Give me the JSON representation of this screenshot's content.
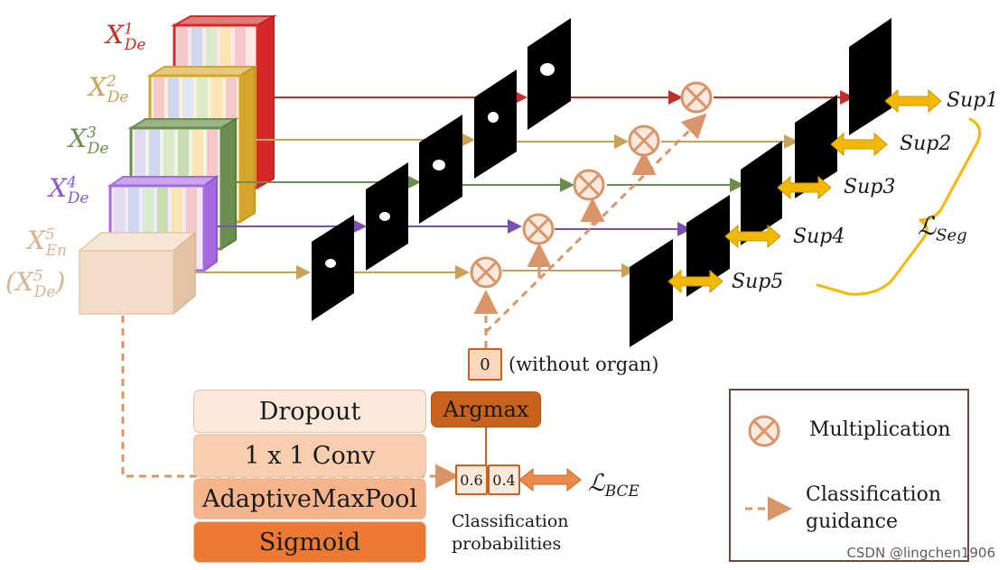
{
  "feature_labels": {
    "de1": {
      "base": "X",
      "sup": "1",
      "sub": "De"
    },
    "de2": {
      "base": "X",
      "sup": "2",
      "sub": "De"
    },
    "de3": {
      "base": "X",
      "sup": "3",
      "sub": "De"
    },
    "de4": {
      "base": "X",
      "sup": "4",
      "sub": "De"
    },
    "en5": {
      "base": "X",
      "sup": "5",
      "sub": "En"
    },
    "de5": {
      "open": "(",
      "base": "X",
      "sup": "5",
      "sub": "De",
      "close": ")"
    }
  },
  "supervision_labels": [
    "Sup1",
    "Sup2",
    "Sup3",
    "Sup4",
    "Sup5"
  ],
  "loss_seg": {
    "base": "ℒ",
    "sub": "Seg"
  },
  "loss_bce": {
    "base": "ℒ",
    "sub": "BCE"
  },
  "cgm_blocks": [
    "Dropout",
    "1 x 1 Conv",
    "AdaptiveMaxPool",
    "Sigmoid"
  ],
  "argmax_label": "Argmax",
  "probabilities": [
    "0.6",
    "0.4"
  ],
  "probabilities_caption": [
    "Classification",
    "probabilities"
  ],
  "argmax_output": "0",
  "argmax_output_note": "(without organ)",
  "legend": {
    "multiplication": "Multiplication",
    "guidance": [
      "Classification",
      "guidance"
    ]
  },
  "watermark": "CSDN @lingchen1906",
  "colors": {
    "de1": "#d62828",
    "de2": "#d4a62a",
    "de3": "#6b8e4e",
    "de4": "#a46be0",
    "en5": "#f3ddc8",
    "arrow": "#f5b800",
    "guidance": "#d9956a",
    "multiply": "#d9956a",
    "dropout": "#fde9dc",
    "conv": "#f8cdb0",
    "pool": "#f5b48c",
    "sigmoid": "#ec7a35",
    "argmax": "#c8621c"
  }
}
